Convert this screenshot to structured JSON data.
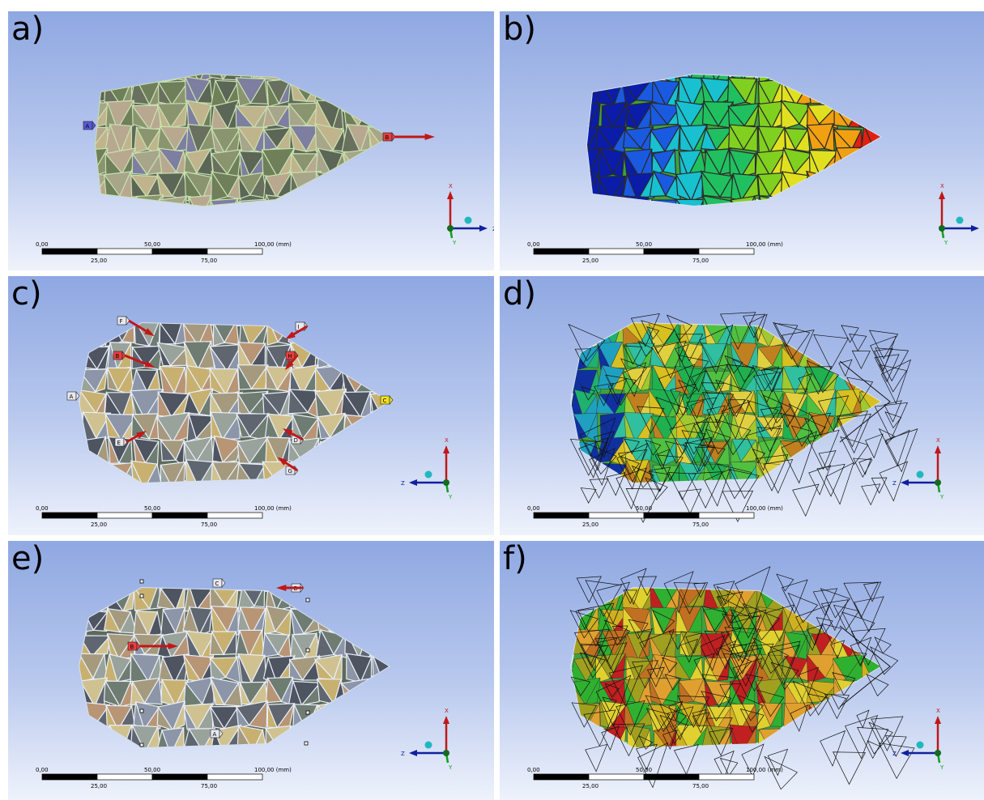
{
  "panels": [
    {
      "id": "a",
      "label": "a)",
      "kind": "shaded",
      "orient": "xz",
      "load_tags": [
        "A",
        "B"
      ]
    },
    {
      "id": "b",
      "label": "b)",
      "kind": "contour-disp",
      "orient": "xz"
    },
    {
      "id": "c",
      "label": "c)",
      "kind": "shaded-round",
      "orient": "zx",
      "load_tags": [
        "A",
        "B",
        "C",
        "D",
        "E",
        "F",
        "G",
        "H",
        "I"
      ]
    },
    {
      "id": "d",
      "label": "d)",
      "kind": "contour-wire",
      "orient": "zx"
    },
    {
      "id": "e",
      "label": "e)",
      "kind": "shaded-round",
      "orient": "zx",
      "load_tags": [
        "A",
        "B",
        "C",
        "D"
      ]
    },
    {
      "id": "f",
      "label": "f)",
      "kind": "contour-wire-2",
      "orient": "zx"
    }
  ],
  "scale_bar": {
    "top_labels": [
      "0,00",
      "50,00",
      "100,00 (mm)"
    ],
    "bottom_labels": [
      "25,00",
      "75,00"
    ]
  },
  "axis_labels": {
    "x": "X",
    "y": "Y",
    "z": "Z"
  },
  "colors": {
    "accent": "#d02020",
    "blue": "#1020a0",
    "green": "#10a020"
  }
}
